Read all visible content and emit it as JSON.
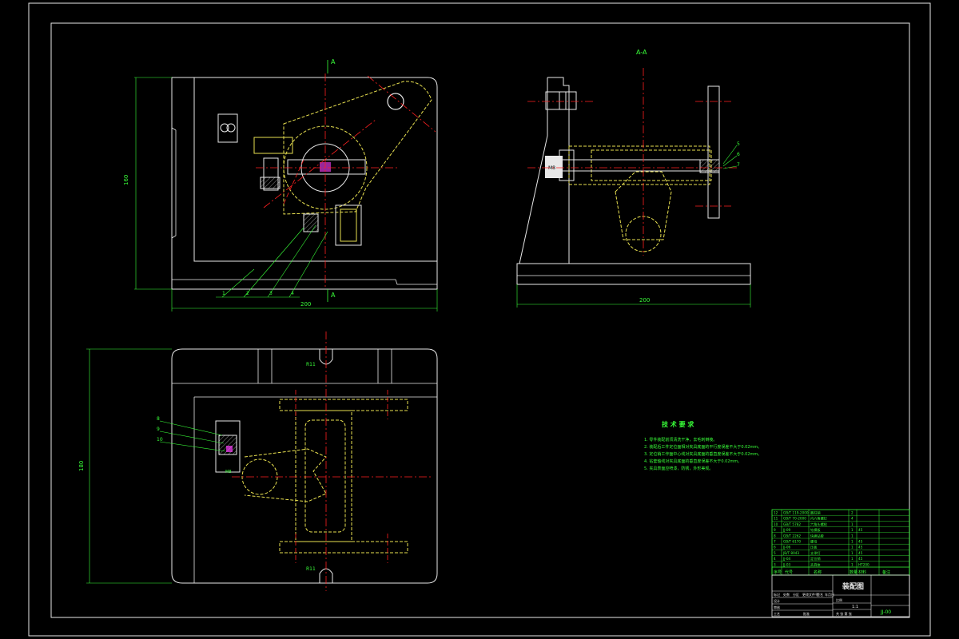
{
  "colors": {
    "background": "#000000",
    "part": "#e8e8e8",
    "dimension": "#39ff39",
    "center": "#ff2020",
    "hidden": "#e8e050",
    "accent": "#ff40ff"
  },
  "views": {
    "front": {
      "section_marker_top": "A",
      "section_marker_bottom": "A",
      "width_dim": "200",
      "height_dim": "160",
      "balloons": [
        "1",
        "2",
        "3",
        "4"
      ]
    },
    "side": {
      "title": "A-A",
      "width_dim": "200",
      "balloons": [
        "5",
        "6",
        "7"
      ],
      "block_label": "M8"
    },
    "top": {
      "height_dim": "180",
      "balloons": [
        "8",
        "9",
        "10"
      ],
      "slot_label_top": "R11",
      "slot_label_bottom": "R11",
      "side_label": "M8"
    }
  },
  "technical_requirements": {
    "title": "技 术 要 求",
    "items": [
      "1. 零件装配前须清洗干净，去毛刺倒棱。",
      "2. 装配后工件定位面相对夹具底面的平行度误差不大于0.02mm。",
      "3. 定位销工作面中心线对夹具底面的垂直度误差不大于0.02mm。",
      "4. 钻套轴线对夹具底面的垂直度误差不大于0.02mm。",
      "5. 夹具表面应喷漆，防锈，外形美观。"
    ]
  },
  "title_block": {
    "drawing_name": "装配图",
    "drawing_no": "JJ-00",
    "parts": [
      {
        "no": "12",
        "code": "GB/T 119-2000",
        "name": "圆柱销",
        "qty": "2",
        "note": ""
      },
      {
        "no": "11",
        "code": "GB/T 70-2000",
        "name": "内六角螺钉",
        "qty": "4",
        "note": ""
      },
      {
        "no": "10",
        "code": "GB/T 5782",
        "name": "六角头螺栓",
        "qty": "1",
        "note": ""
      },
      {
        "no": "9",
        "code": "JJ-09",
        "name": "钻模板",
        "qty": "1",
        "note": "45"
      },
      {
        "no": "8",
        "code": "GB/T 2262",
        "name": "快换钻套",
        "qty": "1",
        "note": ""
      },
      {
        "no": "7",
        "code": "GB/T 6170",
        "name": "螺母",
        "qty": "1",
        "note": "45"
      },
      {
        "no": "6",
        "code": "JJ-06",
        "name": "压板",
        "qty": "1",
        "note": "45"
      },
      {
        "no": "5",
        "code": "JB/T 8043",
        "name": "支承钉",
        "qty": "1",
        "note": "45"
      },
      {
        "no": "4",
        "code": "JJ-04",
        "name": "定位销",
        "qty": "1",
        "note": "45"
      },
      {
        "no": "3",
        "code": "JJ-03",
        "name": "夹具体",
        "qty": "1",
        "note": "HT200"
      }
    ],
    "header": [
      "序号",
      "代号",
      "名称",
      "数量",
      "材料",
      "备注"
    ],
    "sign_rows": [
      "标记",
      "处数",
      "分区",
      "更改文件号",
      "签名",
      "年月日"
    ],
    "roles": [
      "设计",
      "审核",
      "工艺",
      "批准"
    ],
    "scale_label": "比例",
    "scale": "1:1",
    "sheet_label": "共 张 第 张"
  }
}
